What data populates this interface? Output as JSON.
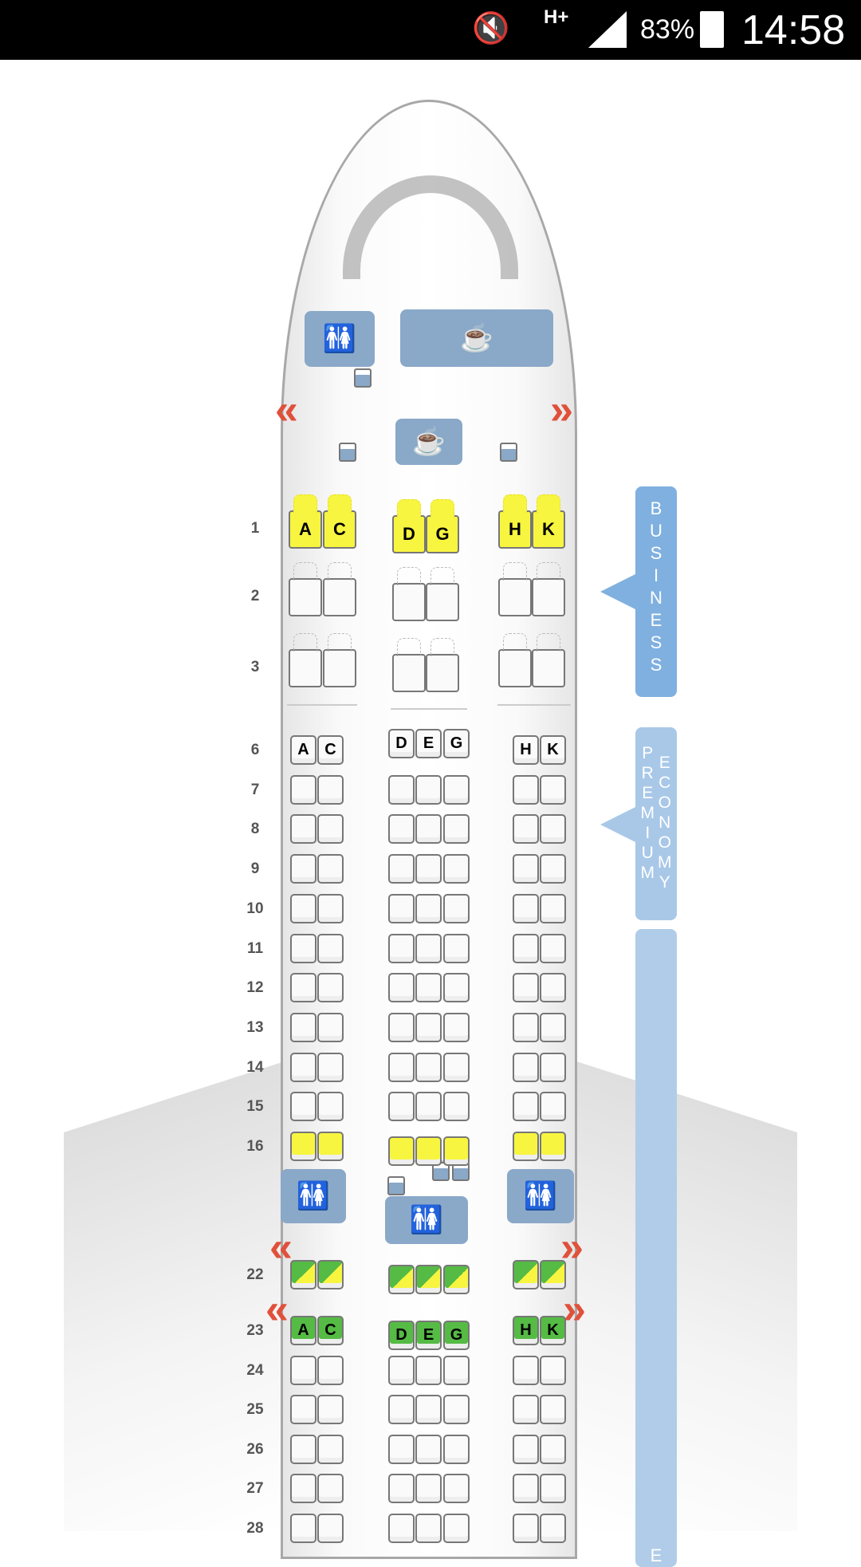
{
  "status_bar": {
    "network": "H+",
    "battery": "83%",
    "time": "14:58",
    "icons": [
      "mute-icon",
      "signal-icon",
      "battery-icon"
    ]
  },
  "colors": {
    "selected": "#f7f540",
    "available_green": "#55bb44",
    "facility": "#8aa8c8",
    "exit": "#e0503a",
    "business": "#7fb0e0",
    "premium": "#a9c8e8"
  },
  "cabins": {
    "business": "BUSINESS",
    "premium_col1": "PREMIUM",
    "premium_col2": "ECONOMY",
    "economy": "E"
  },
  "business_rows": [
    {
      "num": "1",
      "state": "yellow",
      "letters": [
        "A",
        "C",
        "D",
        "G",
        "H",
        "K"
      ]
    },
    {
      "num": "2",
      "state": "empty",
      "letters": [
        "",
        "",
        "",
        "",
        "",
        ""
      ]
    },
    {
      "num": "3",
      "state": "empty",
      "letters": [
        "",
        "",
        "",
        "",
        "",
        ""
      ]
    }
  ],
  "economy_rows": [
    {
      "num": "6",
      "state": "empty",
      "letters": [
        "A",
        "C",
        "D",
        "E",
        "G",
        "H",
        "K"
      ]
    },
    {
      "num": "7",
      "state": "empty"
    },
    {
      "num": "8",
      "state": "empty"
    },
    {
      "num": "9",
      "state": "empty"
    },
    {
      "num": "10",
      "state": "empty"
    },
    {
      "num": "11",
      "state": "empty"
    },
    {
      "num": "12",
      "state": "empty"
    },
    {
      "num": "13",
      "state": "empty"
    },
    {
      "num": "14",
      "state": "empty"
    },
    {
      "num": "15",
      "state": "empty"
    },
    {
      "num": "16",
      "state": "yellow"
    },
    {
      "num": "22",
      "state": "split"
    },
    {
      "num": "23",
      "state": "green",
      "letters": [
        "A",
        "C",
        "D",
        "E",
        "G",
        "H",
        "K"
      ]
    },
    {
      "num": "24",
      "state": "empty"
    },
    {
      "num": "25",
      "state": "empty"
    },
    {
      "num": "26",
      "state": "empty"
    },
    {
      "num": "27",
      "state": "empty"
    },
    {
      "num": "28",
      "state": "empty"
    }
  ],
  "facilities": {
    "lavatory": "🚻",
    "galley": "☕"
  }
}
